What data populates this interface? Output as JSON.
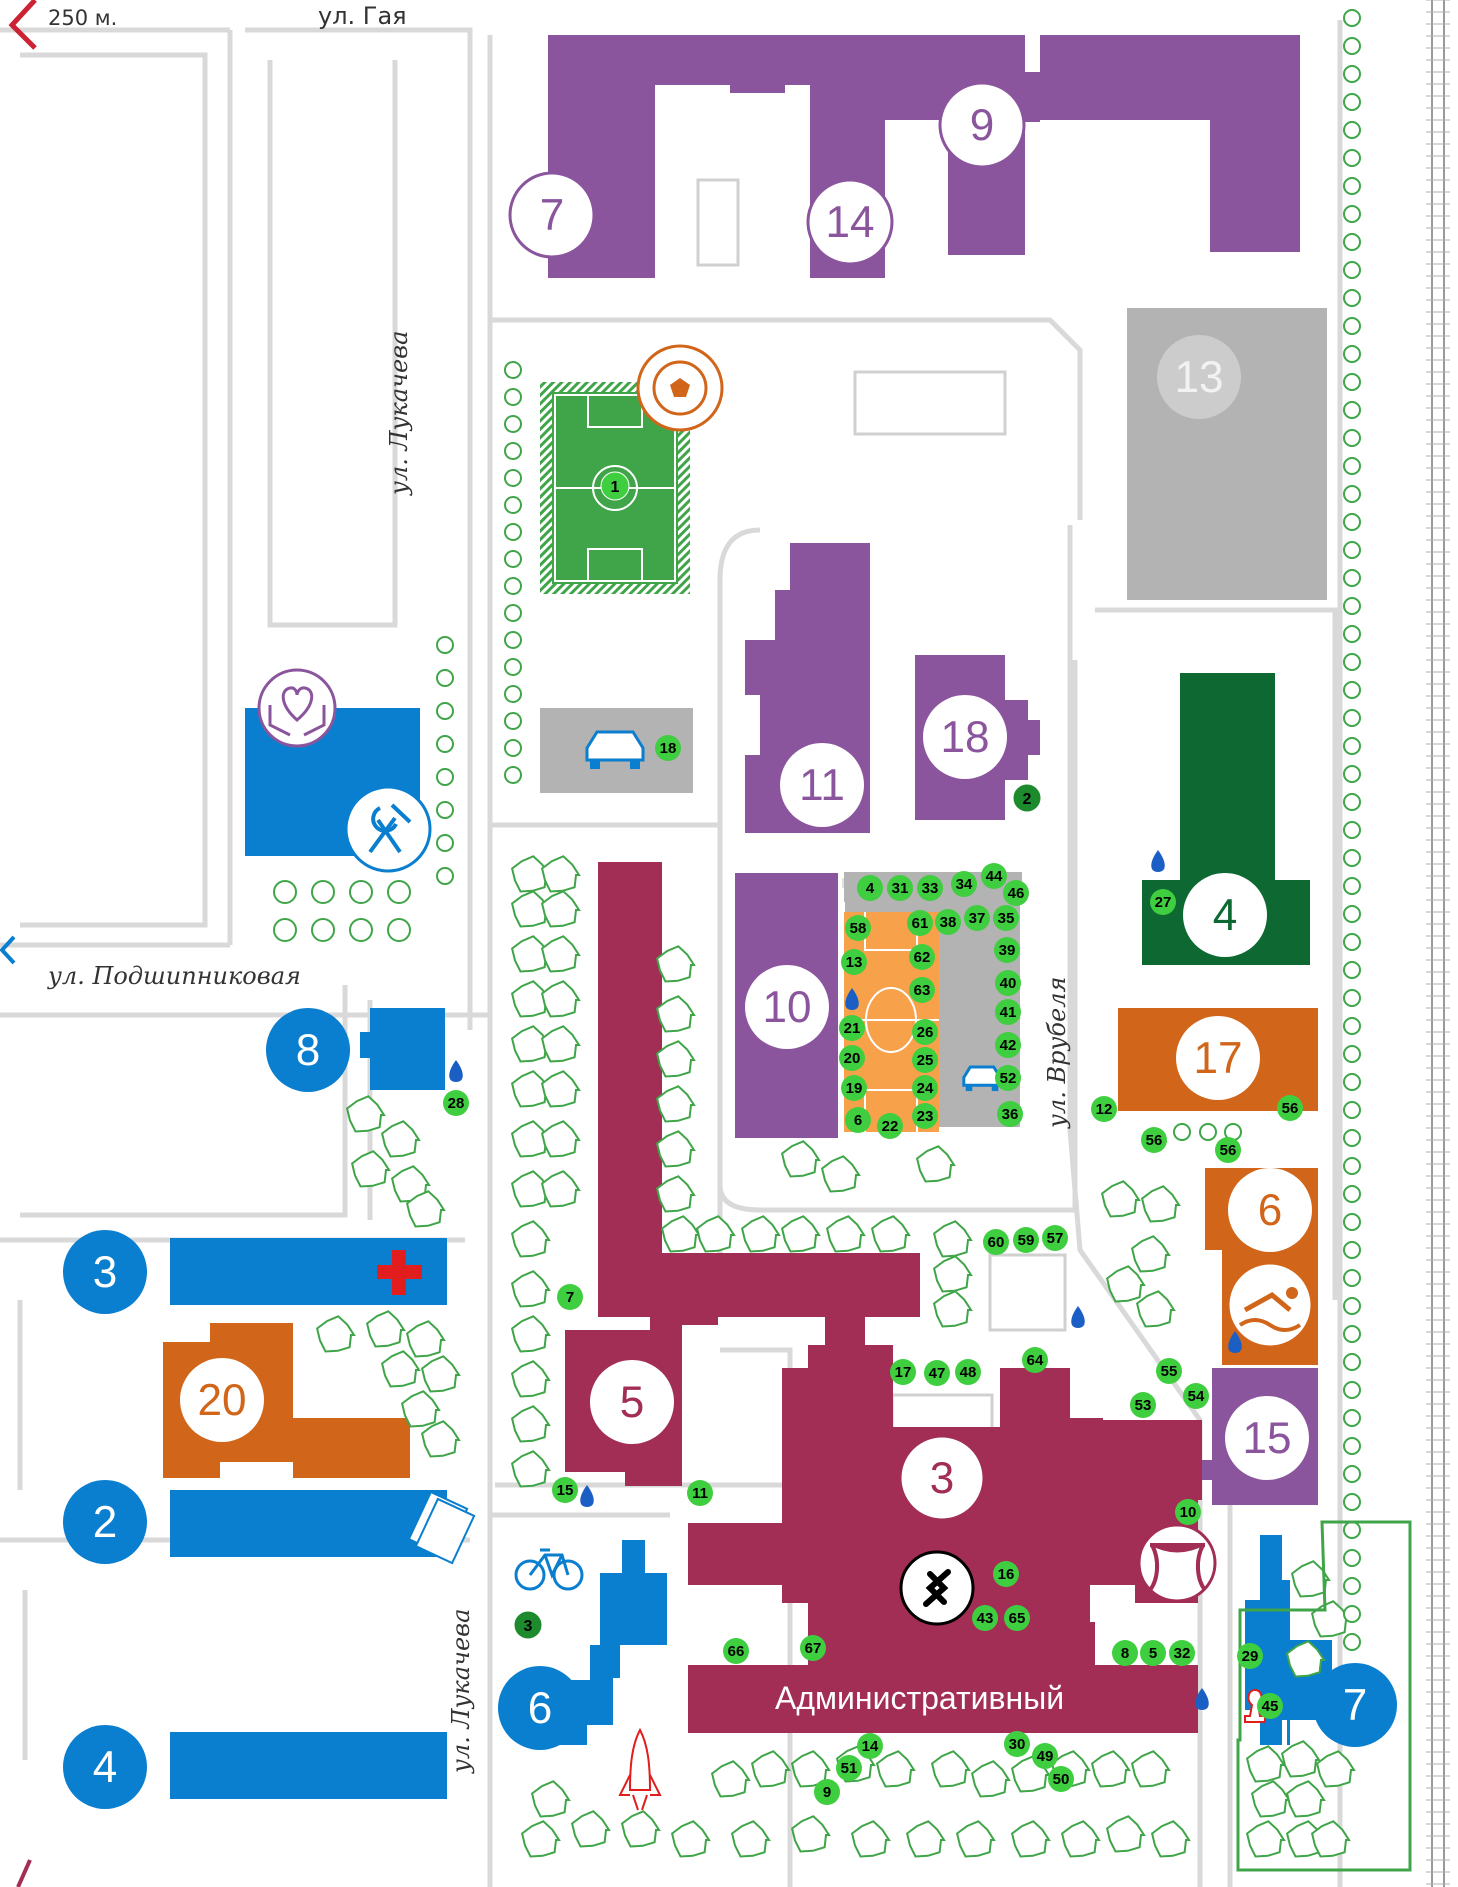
{
  "map": {
    "scale_label": "250 м.",
    "streets": {
      "gaya": "ул. Гая",
      "lukacheva_top": "ул. Лукачева",
      "podshipnikovaya": "ул. Подшипниковая",
      "vrubelya": "ул. Врубеля",
      "lukacheva_bottom": "ул. Лукачева"
    },
    "colors": {
      "purple": "#8b559e",
      "blue": "#0a7ecf",
      "crimson": "#a22d55",
      "orange": "#d16519",
      "darkgreen": "#0e6832",
      "gray": "#b3b3b3",
      "road": "#d9d9d9",
      "pitch": "#3fa548",
      "marker": "#3fce3f"
    },
    "admin_building_label": "Административный",
    "buildings_purple": [
      {
        "id": "7",
        "label": "7"
      },
      {
        "id": "14",
        "label": "14"
      },
      {
        "id": "9",
        "label": "9"
      },
      {
        "id": "11",
        "label": "11"
      },
      {
        "id": "18",
        "label": "18"
      },
      {
        "id": "10",
        "label": "10"
      },
      {
        "id": "15",
        "label": "15"
      }
    ],
    "buildings_blue": [
      {
        "id": "8",
        "label": "8"
      },
      {
        "id": "3",
        "label": "3"
      },
      {
        "id": "2",
        "label": "2"
      },
      {
        "id": "4",
        "label": "4"
      },
      {
        "id": "6",
        "label": "6"
      },
      {
        "id": "7b",
        "label": "7"
      }
    ],
    "buildings_orange": [
      {
        "id": "17",
        "label": "17"
      },
      {
        "id": "6o",
        "label": "6"
      },
      {
        "id": "20",
        "label": "20"
      }
    ],
    "buildings_crimson": [
      {
        "id": "5",
        "label": "5"
      },
      {
        "id": "3c",
        "label": "3"
      }
    ],
    "building_gray": {
      "id": "13",
      "label": "13"
    },
    "building_green": {
      "id": "4g",
      "label": "4"
    },
    "dark_markers": [
      "1",
      "2",
      "3"
    ],
    "markers": [
      "18",
      "4",
      "31",
      "33",
      "34",
      "44",
      "46",
      "58",
      "61",
      "38",
      "37",
      "35",
      "13",
      "62",
      "39",
      "63",
      "40",
      "41",
      "21",
      "26",
      "42",
      "20",
      "25",
      "52",
      "19",
      "24",
      "6",
      "22",
      "23",
      "36",
      "12",
      "56",
      "56",
      "56",
      "27",
      "28",
      "60",
      "59",
      "57",
      "7",
      "17",
      "47",
      "48",
      "64",
      "55",
      "54",
      "53",
      "15",
      "11",
      "10",
      "16",
      "43",
      "65",
      "66",
      "67",
      "8",
      "5",
      "32",
      "29",
      "45",
      "14",
      "30",
      "49",
      "51",
      "50",
      "9"
    ],
    "icons": [
      "soccer-ball-icon",
      "car-icon",
      "car-icon",
      "charity-icon",
      "restaurant-icon",
      "first-aid-icon",
      "tickets-icon",
      "bicycle-icon",
      "rocket-icon",
      "shazam-icon",
      "theater-icon",
      "swimming-icon",
      "chess-icon",
      "water-drop-icon",
      "map-left-arrow-icon"
    ]
  }
}
